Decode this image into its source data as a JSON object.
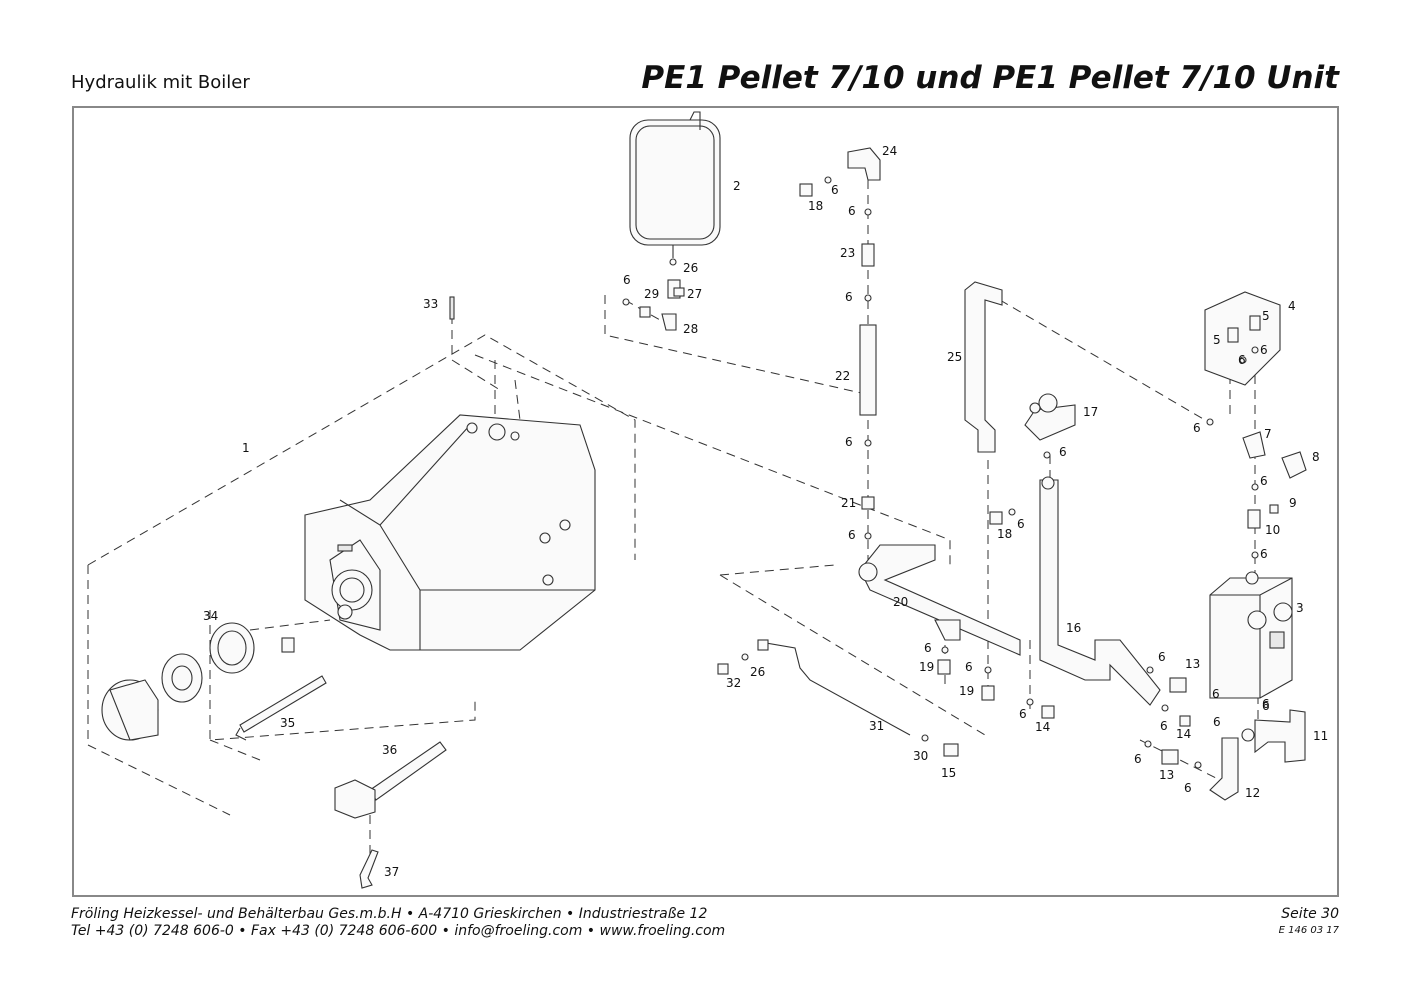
{
  "header": {
    "section_title": "Hydraulik mit Boiler",
    "model_title": "PE1 Pellet 7/10 und PE1 Pellet 7/10 Unit"
  },
  "footer": {
    "line1": "Fröling Heizkessel- und Behälterbau Ges.m.b.H   •   A-4710 Grieskirchen   •   Industriestraße 12",
    "line2": "Tel +43 (0) 7248 606-0   •   Fax +43 (0) 7248 606-600   •   info@froeling.com   •   www.froeling.com",
    "page": "Seite 30",
    "doc_code": "E 146 03 17"
  },
  "diagram": {
    "callouts": [
      "1",
      "2",
      "3",
      "4",
      "5",
      "5",
      "6",
      "6",
      "6",
      "6",
      "6",
      "6",
      "6",
      "6",
      "6",
      "6",
      "6",
      "6",
      "6",
      "6",
      "6",
      "6",
      "6",
      "6",
      "6",
      "6",
      "6",
      "6",
      "6",
      "6",
      "7",
      "8",
      "9",
      "10",
      "11",
      "12",
      "13",
      "13",
      "14",
      "14",
      "15",
      "16",
      "17",
      "18",
      "18",
      "19",
      "19",
      "20",
      "21",
      "22",
      "23",
      "24",
      "25",
      "26",
      "26",
      "27",
      "28",
      "29",
      "30",
      "31",
      "32",
      "33",
      "34",
      "35",
      "36",
      "37"
    ]
  }
}
